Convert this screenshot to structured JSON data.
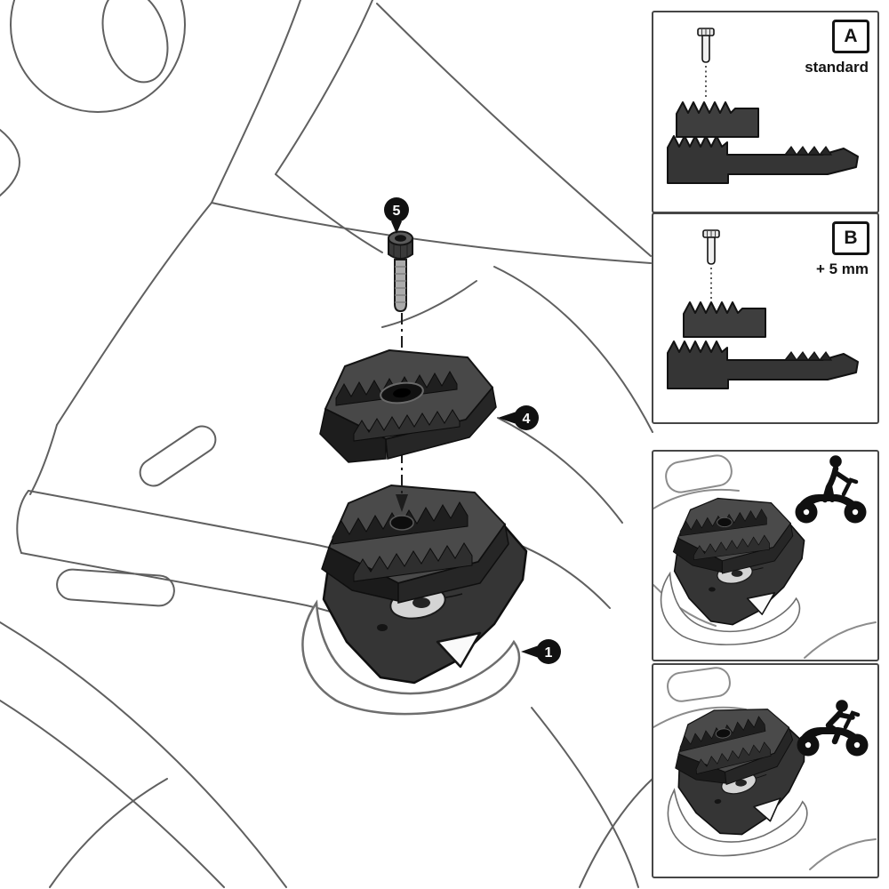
{
  "title": "brake pedal extension assembly diagram",
  "callouts": {
    "screw": "5",
    "extension": "4",
    "pedal": "1"
  },
  "panels": {
    "option_a": {
      "label": "A",
      "caption": "standard"
    },
    "option_b": {
      "label": "B",
      "caption": "+ 5 mm"
    }
  },
  "icons": {
    "rider_standing": "motorcycle-rider-standing-icon",
    "rider_sitting": "motorcycle-rider-sitting-icon",
    "screw": "socket-screw-icon",
    "pedal": "brake-pedal-part",
    "extension": "pedal-extension-part"
  },
  "colors": {
    "part_dark": "#2f2f2f",
    "part_black": "#141414",
    "line_gray": "#606060",
    "panel_border": "#464646",
    "callout_bg": "#111111",
    "white": "#ffffff"
  }
}
